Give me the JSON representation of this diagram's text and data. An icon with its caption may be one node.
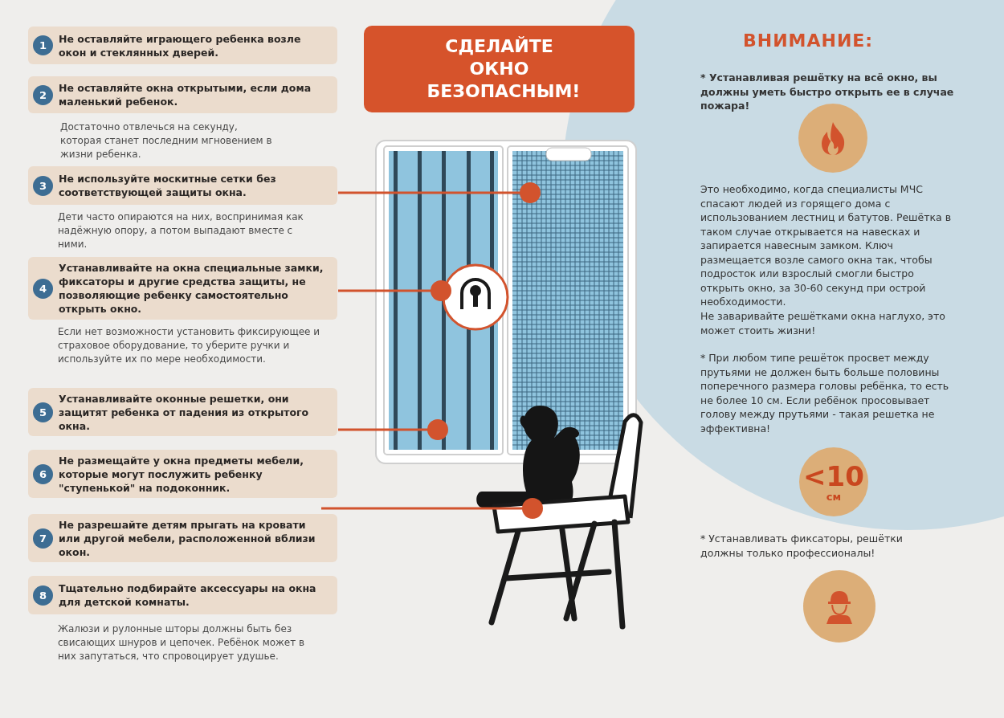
{
  "diagram": {
    "nodes": [
      {
        "text": [
          "СДЕЛАЙТЕ ОКНО БЕЗОПАСНЫМ!"
        ]
      },
      {
        "text": [
          "Не оставляйте играющего ребенка возле окон и стеклянных дверей."
        ]
      },
      {
        "text": [
          "1"
        ],
        "in": 1
      },
      {
        "text": [
          "Не оставляйте окна открытыми, если дома маленький ребенок."
        ],
        "beside": [
          "Достаточно отвлечься на секунду, которая станет последним мгновением в жизни ребенка."
        ]
      },
      {
        "text": [
          "2"
        ],
        "in": 3
      },
      {
        "text": [
          "Не используйте москитные сетки без соответствующей защиты окна."
        ],
        "beside": [
          "Дети часто опираются на них, воспринимая как надёжную опору, а потом выпадают вместе с ними."
        ]
      },
      {
        "text": [
          "3"
        ],
        "in": 5
      },
      {
        "text": [
          "Устанавливайте на окна специальные замки, фиксаторы и другие средства защиты, не позволяющие ребенку самостоятельно открыть окно."
        ],
        "beside": [
          "Если нет возможности установить фиксирующее и страховое оборудование, то уберите ручки и используйте их по мере необходимости."
        ]
      },
      {
        "text": [
          "4"
        ],
        "in": 7
      },
      {
        "text": [
          "Устанавливайте оконные решетки, они защитят ребенка от падения из открытого окна."
        ]
      },
      {
        "text": [
          "5"
        ],
        "in": 9
      },
      {
        "text": [
          "Не размещайте у окна предметы мебели, которые могут послужить ребенку \"ступенькой\" на подоконник."
        ]
      },
      {
        "text": [
          "6"
        ],
        "in": 11
      },
      {
        "text": [
          "Не разрешайте детям прыгать на кровати или другой мебели, расположенной вблизи окон."
        ]
      },
      {
        "text": [
          "7"
        ],
        "in": 13
      },
      {
        "text": [
          "Тщательно подбирайте аксессуары на окна для детской комнаты."
        ],
        "beside": [
          "Жалюзи и рулонные шторы должны быть без свисающих шнуров и цепочек. Ребёнок может в них запутаться, что спровоцирует удушье."
        ]
      },
      {
        "text": [
          "8"
        ],
        "in": 15
      },
      {
        "text": [],
        "shape": "box"
      },
      {
        "text": [],
        "shape": "picture"
      },
      {
        "text": [],
        "shape": "picture"
      },
      {
        "text": [],
        "shape": "picture"
      },
      {
        "text": [],
        "shape": "circle"
      },
      {
        "text": [
          "<10",
          "см"
        ]
      },
      {
        "text": [],
        "shape": "circle"
      }
    ],
    "edges": [
      {
        "from": 5,
        "to": 17,
        "arrow": "other"
      },
      {
        "from": 7,
        "to": 18,
        "arrow": "other"
      },
      {
        "from": 9,
        "to": 19,
        "arrow": "other"
      },
      {
        "from": 11,
        "to": 20,
        "arrow": "other"
      }
    ],
    "labels": [
      "ВНИМАНИЕ:",
      "* Устанавливая решётку на всё окно, вы должны уметь быстро открыть ее в случае пожара!",
      "Это необходимо, когда специалисты МЧС спасают людей из горящего дома с использованием лестниц и батутов. Решётка в таком случае открывается на навесках и запирается навесным замком. Ключ размещается возле самого окна так, чтобы подросток или взрослый смогли быстро открыть окно, за 30-60 секунд при острой необходимости.",
      "Не заваривайте решётками окна наглухо, это может стоить жизни!",
      "* При любом типе решёток просвет между прутьями не должен быть больше половины поперечного размера головы ребёнка, то есть не более 10 см. Если ребёнок просовывает голову между прутьями - такая решетка не эффективна!",
      "* Устанавливать фиксаторы, решётки должны только профессионалы!"
    ]
  }
}
